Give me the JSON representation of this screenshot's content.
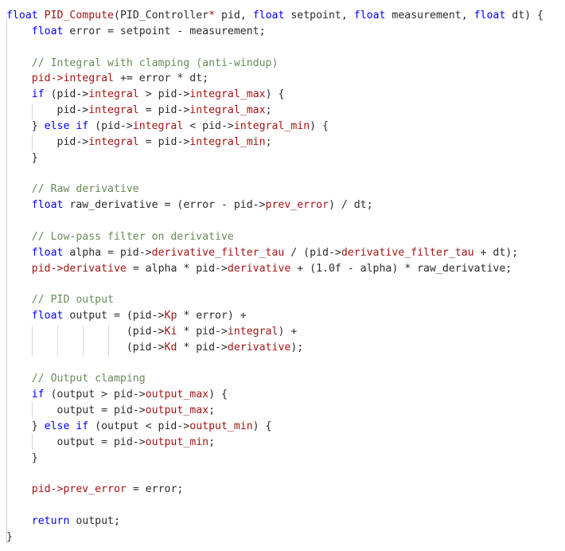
{
  "editor": {
    "lines": [
      [
        {
          "t": "float",
          "c": "kw"
        },
        {
          "t": " ",
          "c": "pl"
        },
        {
          "t": "PID_Compute",
          "c": "fn"
        },
        {
          "t": "(",
          "c": "pl"
        },
        {
          "t": "PID_Controller",
          "c": "pl"
        },
        {
          "t": "*",
          "c": "fn"
        },
        {
          "t": " pid, ",
          "c": "pl"
        },
        {
          "t": "float",
          "c": "kw"
        },
        {
          "t": " setpoint, ",
          "c": "pl"
        },
        {
          "t": "float",
          "c": "kw"
        },
        {
          "t": " measurement, ",
          "c": "pl"
        },
        {
          "t": "float",
          "c": "kw"
        },
        {
          "t": " dt) {",
          "c": "pl"
        }
      ],
      [
        {
          "t": "    ",
          "c": "pl"
        },
        {
          "t": "float",
          "c": "kw"
        },
        {
          "t": " error = setpoint - measurement;",
          "c": "pl"
        }
      ],
      [],
      [
        {
          "t": "    // Integral with clamping (anti-windup)",
          "c": "cm"
        }
      ],
      [
        {
          "t": "    pid->",
          "c": "fn"
        },
        {
          "t": "integral",
          "c": "fn"
        },
        {
          "t": " += error * dt;",
          "c": "pl"
        }
      ],
      [
        {
          "t": "    ",
          "c": "pl"
        },
        {
          "t": "if",
          "c": "kw"
        },
        {
          "t": " (pid->",
          "c": "pl"
        },
        {
          "t": "integral",
          "c": "fn"
        },
        {
          "t": " > pid->",
          "c": "pl"
        },
        {
          "t": "integral_max",
          "c": "fn"
        },
        {
          "t": ") {",
          "c": "pl"
        }
      ],
      [
        {
          "t": "        pid->",
          "c": "pl"
        },
        {
          "t": "integral",
          "c": "fn"
        },
        {
          "t": " = pid->",
          "c": "pl"
        },
        {
          "t": "integral_max",
          "c": "fn"
        },
        {
          "t": ";",
          "c": "pl"
        }
      ],
      [
        {
          "t": "    } ",
          "c": "pl"
        },
        {
          "t": "else if",
          "c": "kw"
        },
        {
          "t": " (pid->",
          "c": "pl"
        },
        {
          "t": "integral",
          "c": "fn"
        },
        {
          "t": " < pid->",
          "c": "pl"
        },
        {
          "t": "integral_min",
          "c": "fn"
        },
        {
          "t": ") {",
          "c": "pl"
        }
      ],
      [
        {
          "t": "        pid->",
          "c": "pl"
        },
        {
          "t": "integral",
          "c": "fn"
        },
        {
          "t": " = pid->",
          "c": "pl"
        },
        {
          "t": "integral_min",
          "c": "fn"
        },
        {
          "t": ";",
          "c": "pl"
        }
      ],
      [
        {
          "t": "    }",
          "c": "pl"
        }
      ],
      [],
      [
        {
          "t": "    // Raw derivative",
          "c": "cm"
        }
      ],
      [
        {
          "t": "    ",
          "c": "pl"
        },
        {
          "t": "float",
          "c": "kw"
        },
        {
          "t": " raw_derivative = (error - pid->",
          "c": "pl"
        },
        {
          "t": "prev_error",
          "c": "fn"
        },
        {
          "t": ") / dt;",
          "c": "pl"
        }
      ],
      [],
      [
        {
          "t": "    // Low-pass filter on derivative",
          "c": "cm"
        }
      ],
      [
        {
          "t": "    ",
          "c": "pl"
        },
        {
          "t": "float",
          "c": "kw"
        },
        {
          "t": " alpha = pid->",
          "c": "pl"
        },
        {
          "t": "derivative_filter_tau",
          "c": "fn"
        },
        {
          "t": " / (pid->",
          "c": "pl"
        },
        {
          "t": "derivative_filter_tau",
          "c": "fn"
        },
        {
          "t": " + dt);",
          "c": "pl"
        }
      ],
      [
        {
          "t": "    pid->",
          "c": "fn"
        },
        {
          "t": "derivative",
          "c": "fn"
        },
        {
          "t": " = alpha * pid->",
          "c": "pl"
        },
        {
          "t": "derivative",
          "c": "fn"
        },
        {
          "t": " + (1.0f - alpha) * raw_derivative;",
          "c": "pl"
        }
      ],
      [],
      [
        {
          "t": "    // PID output",
          "c": "cm"
        }
      ],
      [
        {
          "t": "    ",
          "c": "pl"
        },
        {
          "t": "float",
          "c": "kw"
        },
        {
          "t": " output = (pid->",
          "c": "pl"
        },
        {
          "t": "Kp",
          "c": "fn"
        },
        {
          "t": " * error) +",
          "c": "pl"
        }
      ],
      [
        {
          "t": "                   (pid->",
          "c": "pl"
        },
        {
          "t": "Ki",
          "c": "fn"
        },
        {
          "t": " * pid->",
          "c": "pl"
        },
        {
          "t": "integral",
          "c": "fn"
        },
        {
          "t": ") +",
          "c": "pl"
        }
      ],
      [
        {
          "t": "                   (pid->",
          "c": "pl"
        },
        {
          "t": "Kd",
          "c": "fn"
        },
        {
          "t": " * pid->",
          "c": "pl"
        },
        {
          "t": "derivative",
          "c": "fn"
        },
        {
          "t": ");",
          "c": "pl"
        }
      ],
      [],
      [
        {
          "t": "    // Output clamping",
          "c": "cm"
        }
      ],
      [
        {
          "t": "    ",
          "c": "pl"
        },
        {
          "t": "if",
          "c": "kw"
        },
        {
          "t": " (output > pid->",
          "c": "pl"
        },
        {
          "t": "output_max",
          "c": "fn"
        },
        {
          "t": ") {",
          "c": "pl"
        }
      ],
      [
        {
          "t": "        output = pid->",
          "c": "pl"
        },
        {
          "t": "output_max",
          "c": "fn"
        },
        {
          "t": ";",
          "c": "pl"
        }
      ],
      [
        {
          "t": "    } ",
          "c": "pl"
        },
        {
          "t": "else if",
          "c": "kw"
        },
        {
          "t": " (output < pid->",
          "c": "pl"
        },
        {
          "t": "output_min",
          "c": "fn"
        },
        {
          "t": ") {",
          "c": "pl"
        }
      ],
      [
        {
          "t": "        output = pid->",
          "c": "pl"
        },
        {
          "t": "output_min",
          "c": "fn"
        },
        {
          "t": ";",
          "c": "pl"
        }
      ],
      [
        {
          "t": "    }",
          "c": "pl"
        }
      ],
      [],
      [
        {
          "t": "    pid->",
          "c": "fn"
        },
        {
          "t": "prev_error",
          "c": "fn"
        },
        {
          "t": " = error;",
          "c": "pl"
        }
      ],
      [],
      [
        {
          "t": "    ",
          "c": "pl"
        },
        {
          "t": "return",
          "c": "kw"
        },
        {
          "t": " output;",
          "c": "pl"
        }
      ],
      [
        {
          "t": "}",
          "c": "pl"
        }
      ]
    ]
  },
  "colors": {
    "keyword": "#0000ff",
    "identifier": "#a31515",
    "comment": "#6a8a5a",
    "text": "#2b2b2b",
    "background": "#ffffff"
  }
}
